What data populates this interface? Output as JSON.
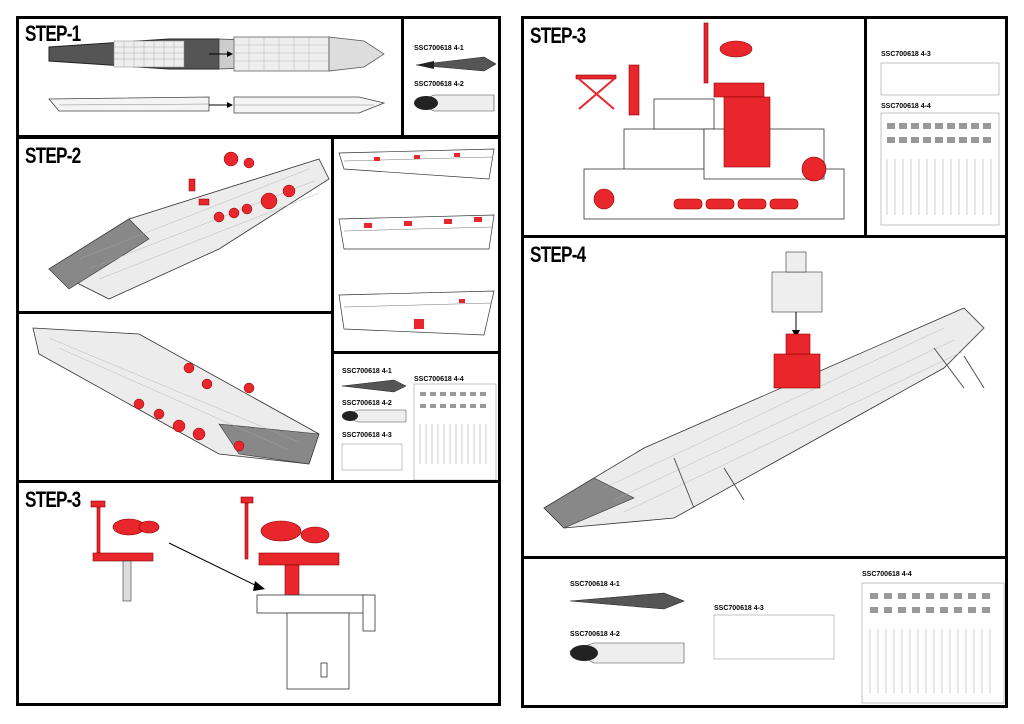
{
  "steps": {
    "step1": "STEP-1",
    "step2": "STEP-2",
    "step3_left": "STEP-3",
    "step3_right": "STEP-3",
    "step4": "STEP-4"
  },
  "codes": {
    "s1_a": "SSC700618 4-1",
    "s1_b": "SSC700618 4-2",
    "s2_a": "SSC700618 4-1",
    "s2_b": "SSC700618 4-2",
    "s2_c": "SSC700618 4-3",
    "s2_d": "SSC700618 4-4",
    "s3_a": "SSC700618 4-3",
    "s3_b": "SSC700618 4-4",
    "s4_a": "SSC700618 4-1",
    "s4_b": "SSC700618 4-2",
    "s4_c": "SSC700618 4-3",
    "s4_d": "SSC700618 4-4"
  },
  "colors": {
    "highlight": "#e8262b",
    "line": "#333333",
    "deck": "#d9d9d9",
    "dark_deck": "#444444"
  }
}
